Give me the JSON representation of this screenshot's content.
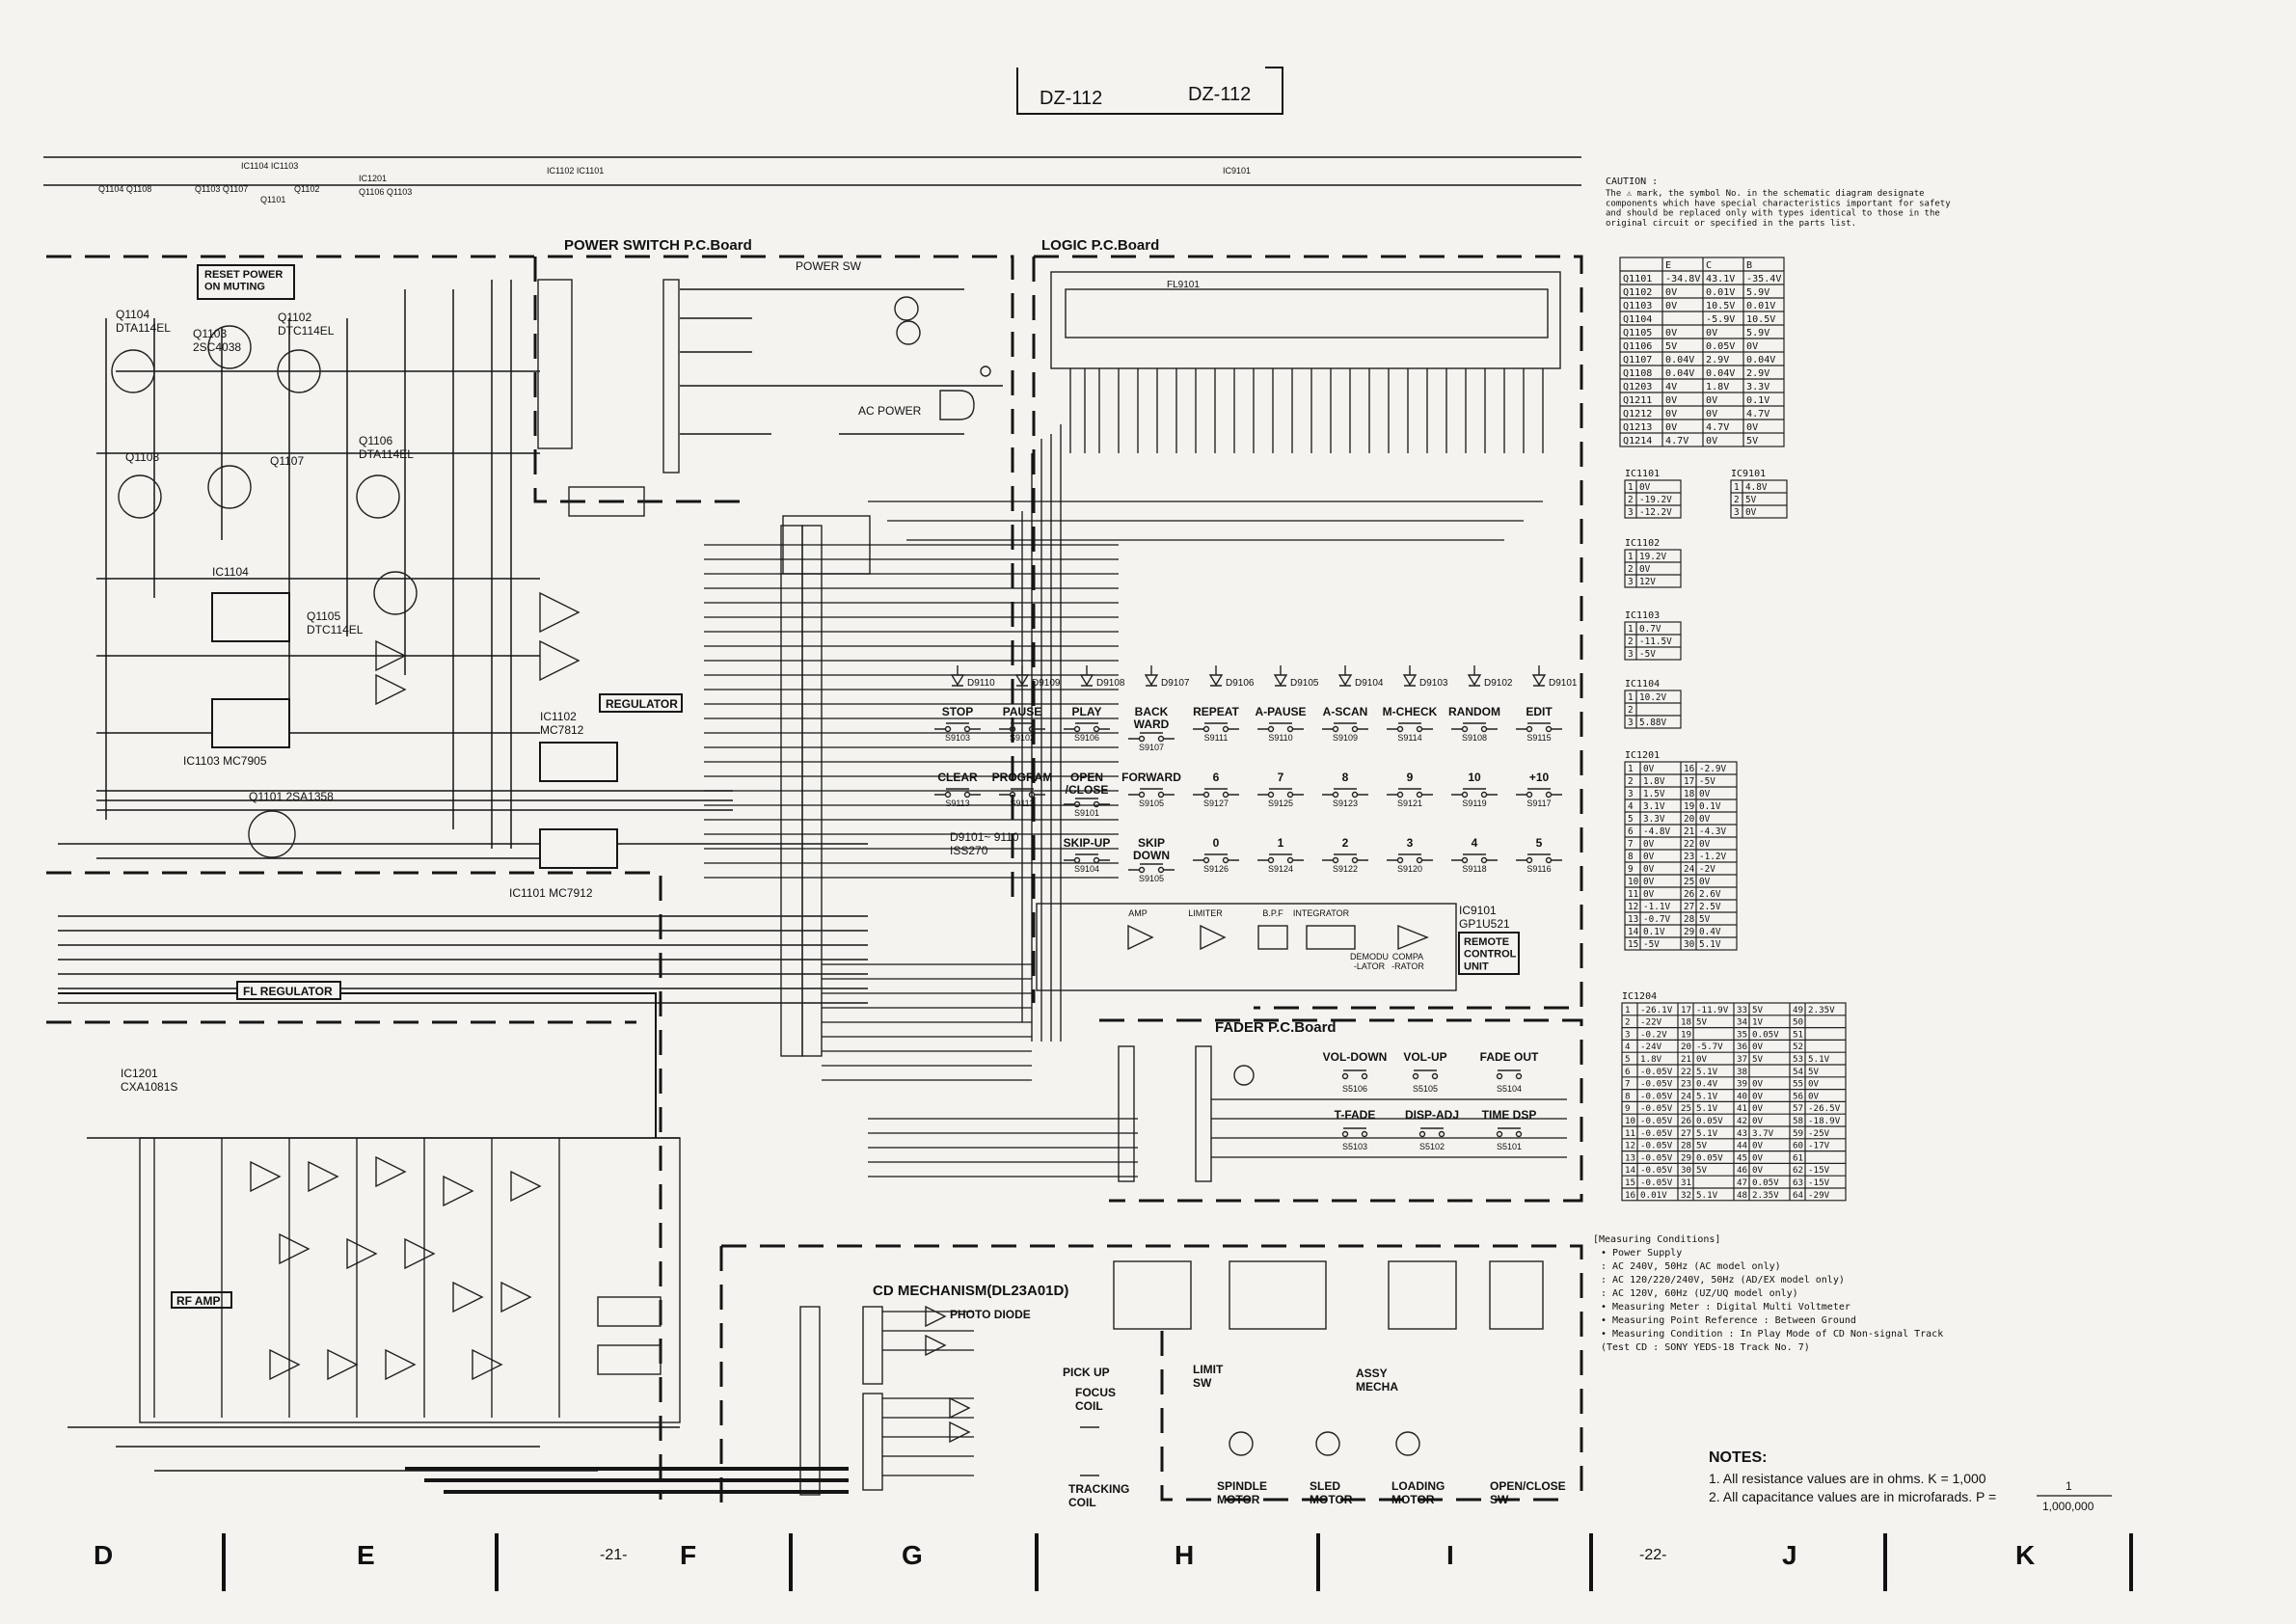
{
  "header": {
    "model_left": "DZ-112",
    "model_right": "DZ-112"
  },
  "top_strip": {
    "row1": [
      "IC1104 IC1103",
      "IC1201",
      "IC1102 IC1101",
      "IC9101"
    ],
    "row2": [
      "Q1104 Q1108",
      "Q1103 Q1107",
      "Q1101",
      "Q1102",
      "Q1106 Q1103"
    ]
  },
  "boards": {
    "power_switch": "POWER  SWITCH  P.C.Board",
    "logic": "LOGIC  P.C.Board",
    "fader": "FADER  P.C.Board",
    "cd_mechanism": "CD MECHANISM(DL23A01D)"
  },
  "labels": {
    "reset": "RESET POWER\nON MUTING",
    "regulator": "REGULATOR",
    "fl_regulator": "FL REGULATOR",
    "rf_amp": "RF AMP",
    "ic1201": "IC1201\nCXA1081S",
    "ic1103": "IC1103  MC7905",
    "ic1104": "IC1104",
    "ic1102": "IC1102\nMC7812",
    "ic1101": "IC1101  MC7912",
    "q1101": "Q1101  2SA1358",
    "q1104": "Q1104\nDTA114EL",
    "q1103": "Q1103\n2SC4038",
    "q1102": "Q1102\nDTC114EL",
    "q1108": "Q1108",
    "q1106": "Q1106\nDTA114EL",
    "q1105": "Q1105\nDTC114EL",
    "q1107": "Q1107",
    "power_sw": "POWER SW",
    "ac_power": "AC POWER",
    "fl9101": "FL9101",
    "d9101": "D9101~ 9110\nISS270",
    "ic9101": "IC9101\nGP1U521",
    "remote": "REMOTE\nCONTROL\nUNIT",
    "photo_diode": "PHOTO DIODE",
    "pick_up": "PICK UP",
    "focus_coil": "FOCUS\nCOIL",
    "tracking_coil": "TRACKING\nCOIL",
    "limit_sw": "LIMIT\nSW",
    "spindle": "SPINDLE\nMOTOR",
    "sled": "SLED\nMOTOR",
    "loading": "LOADING\nMOTOR",
    "open_close_sw": "OPEN/CLOSE\nSW",
    "assy_mecha": "ASSY\nMECHA"
  },
  "remote_blocks": [
    "AMP",
    "LIMITER",
    "B.P.F",
    "INTEGRATOR",
    "DEMODU\n-LATOR",
    "COMPA\n-RATOR"
  ],
  "keys": [
    [
      "STOP",
      "S9103"
    ],
    [
      "PAUSE",
      "S9102"
    ],
    [
      "PLAY",
      "S9106"
    ],
    [
      "BACK\nWARD",
      "S9107"
    ],
    [
      "REPEAT",
      "S9111"
    ],
    [
      "A-PAUSE",
      "S9110"
    ],
    [
      "A-SCAN",
      "S9109"
    ],
    [
      "M-CHECK",
      "S9114"
    ],
    [
      "RANDOM",
      "S9108"
    ],
    [
      "EDIT",
      "S9115"
    ],
    [
      "CLEAR",
      "S9113"
    ],
    [
      "PROGRAM",
      "S9112"
    ],
    [
      "OPEN\n/CLOSE",
      "S9101"
    ],
    [
      "FORWARD",
      "S9105"
    ],
    [
      "6",
      "S9127"
    ],
    [
      "7",
      "S9125"
    ],
    [
      "8",
      "S9123"
    ],
    [
      "9",
      "S9121"
    ],
    [
      "10",
      "S9119"
    ],
    [
      "+10",
      "S9117"
    ],
    [
      "SKIP-UP",
      "S9104"
    ],
    [
      "SKIP\nDOWN",
      "S9105"
    ],
    [
      "0",
      "S9126"
    ],
    [
      "1",
      "S9124"
    ],
    [
      "2",
      "S9122"
    ],
    [
      "3",
      "S9120"
    ],
    [
      "4",
      "S9118"
    ],
    [
      "5",
      "S9116"
    ]
  ],
  "diodes": [
    "D9110",
    "D9109",
    "D9108",
    "D9107",
    "D9106",
    "D9105",
    "D9104",
    "D9103",
    "D9102",
    "D9101"
  ],
  "fader_keys": [
    [
      "VOL-DOWN",
      "S5106"
    ],
    [
      "VOL-UP",
      "S5105"
    ],
    [
      "FADE OUT",
      "S5104"
    ],
    [
      "T-FADE",
      "S5103"
    ],
    [
      "DISP-ADJ",
      "S5102"
    ],
    [
      "TIME DSP",
      "S5101"
    ]
  ],
  "caution": {
    "title": "CAUTION :",
    "body": "The ⚠ mark, the symbol No. in the schematic diagram designate\ncomponents which have special characteristics important for safety\nand should be replaced only with types identical to those in the\noriginal circuit or specified in the parts list."
  },
  "transistor_table": {
    "headers": [
      "",
      "E",
      "C",
      "B"
    ],
    "rows": [
      [
        "Q1101",
        "-34.8V",
        "43.1V",
        "-35.4V"
      ],
      [
        "Q1102",
        "0V",
        "0.01V",
        "5.9V"
      ],
      [
        "Q1103",
        "0V",
        "10.5V",
        "0.01V"
      ],
      [
        "Q1104",
        "",
        "-5.9V",
        "10.5V"
      ],
      [
        "Q1105",
        "0V",
        "0V",
        "5.9V"
      ],
      [
        "Q1106",
        "5V",
        "0.05V",
        "0V"
      ],
      [
        "Q1107",
        "0.04V",
        "2.9V",
        "0.04V"
      ],
      [
        "Q1108",
        "0.04V",
        "0.04V",
        "2.9V"
      ],
      [
        "Q1203",
        "4V",
        "1.8V",
        "3.3V"
      ],
      [
        "Q1211",
        "0V",
        "0V",
        "0.1V"
      ],
      [
        "Q1212",
        "0V",
        "0V",
        "4.7V"
      ],
      [
        "Q1213",
        "0V",
        "4.7V",
        "0V"
      ],
      [
        "Q1214",
        "4.7V",
        "0V",
        "5V"
      ]
    ]
  },
  "ic_tables": [
    {
      "name": "IC1101",
      "rows": [
        [
          "1",
          "0V"
        ],
        [
          "2",
          "-19.2V"
        ],
        [
          "3",
          "-12.2V"
        ]
      ]
    },
    {
      "name": "IC9101",
      "rows": [
        [
          "1",
          "4.8V"
        ],
        [
          "2",
          "5V"
        ],
        [
          "3",
          "0V"
        ]
      ]
    },
    {
      "name": "IC1102",
      "rows": [
        [
          "1",
          "19.2V"
        ],
        [
          "2",
          "0V"
        ],
        [
          "3",
          "12V"
        ]
      ]
    },
    {
      "name": "IC1103",
      "rows": [
        [
          "1",
          "0.7V"
        ],
        [
          "2",
          "-11.5V"
        ],
        [
          "3",
          "-5V"
        ]
      ]
    },
    {
      "name": "IC1104",
      "rows": [
        [
          "1",
          "10.2V"
        ],
        [
          "2",
          ""
        ],
        [
          "3",
          "5.88V"
        ]
      ]
    }
  ],
  "ic1201_table": {
    "name": "IC1201",
    "rows": [
      [
        "1",
        "0V",
        "16",
        "-2.9V"
      ],
      [
        "2",
        "1.8V",
        "17",
        "-5V"
      ],
      [
        "3",
        "1.5V",
        "18",
        "0V"
      ],
      [
        "4",
        "3.1V",
        "19",
        "0.1V"
      ],
      [
        "5",
        "3.3V",
        "20",
        "0V"
      ],
      [
        "6",
        "-4.8V",
        "21",
        "-4.3V"
      ],
      [
        "7",
        "0V",
        "22",
        "0V"
      ],
      [
        "8",
        "0V",
        "23",
        "-1.2V"
      ],
      [
        "9",
        "0V",
        "24",
        "-2V"
      ],
      [
        "10",
        "0V",
        "25",
        "0V"
      ],
      [
        "11",
        "0V",
        "26",
        "2.6V"
      ],
      [
        "12",
        "-1.1V",
        "27",
        "2.5V"
      ],
      [
        "13",
        "-0.7V",
        "28",
        "5V"
      ],
      [
        "14",
        "0.1V",
        "29",
        "0.4V"
      ],
      [
        "15",
        "-5V",
        "30",
        "5.1V"
      ]
    ]
  },
  "ic1204_table": {
    "name": "IC1204",
    "rows": [
      [
        "1",
        "-26.1V",
        "17",
        "-11.9V",
        "33",
        "5V",
        "49",
        "2.35V"
      ],
      [
        "2",
        "-22V",
        "18",
        "5V",
        "34",
        "1V",
        "50",
        ""
      ],
      [
        "3",
        "-0.2V",
        "19",
        "",
        "35",
        "0.05V",
        "51",
        ""
      ],
      [
        "4",
        "-24V",
        "20",
        "-5.7V",
        "36",
        "0V",
        "52",
        ""
      ],
      [
        "5",
        "1.8V",
        "21",
        "0V",
        "37",
        "5V",
        "53",
        "5.1V"
      ],
      [
        "6",
        "-0.05V",
        "22",
        "5.1V",
        "38",
        "",
        "54",
        "5V"
      ],
      [
        "7",
        "-0.05V",
        "23",
        "0.4V",
        "39",
        "0V",
        "55",
        "0V"
      ],
      [
        "8",
        "-0.05V",
        "24",
        "5.1V",
        "40",
        "0V",
        "56",
        "0V"
      ],
      [
        "9",
        "-0.05V",
        "25",
        "5.1V",
        "41",
        "0V",
        "57",
        "-26.5V"
      ],
      [
        "10",
        "-0.05V",
        "26",
        "0.05V",
        "42",
        "0V",
        "58",
        "-18.9V"
      ],
      [
        "11",
        "-0.05V",
        "27",
        "5.1V",
        "43",
        "3.7V",
        "59",
        "-25V"
      ],
      [
        "12",
        "-0.05V",
        "28",
        "5V",
        "44",
        "0V",
        "60",
        "-17V"
      ],
      [
        "13",
        "-0.05V",
        "29",
        "0.05V",
        "45",
        "0V",
        "61",
        ""
      ],
      [
        "14",
        "-0.05V",
        "30",
        "5V",
        "46",
        "0V",
        "62",
        "-15V"
      ],
      [
        "15",
        "-0.05V",
        "31",
        "",
        "47",
        "0.05V",
        "63",
        "-15V"
      ],
      [
        "16",
        "0.01V",
        "32",
        "5.1V",
        "48",
        "2.35V",
        "64",
        "-29V"
      ]
    ]
  },
  "measuring": {
    "lines": [
      "[Measuring Conditions]",
      "• Power Supply",
      "    : AC 240V, 50Hz (AC model only)",
      "    : AC 120/220/240V, 50Hz (AD/EX model only)",
      "    : AC 120V, 60Hz (UZ/UQ model only)",
      "• Measuring Meter : Digital Multi Voltmeter",
      "• Measuring Point Reference : Between Ground",
      "• Measuring Condition : In Play Mode of CD Non-signal Track",
      "                    (Test CD : SONY YEDS-18 Track No. 7)"
    ]
  },
  "notes": {
    "title": "NOTES:",
    "n1": "1.  All resistance values are in ohms.  K = 1,000",
    "n2": "2.  All capacitance values are in microfarads.  P =",
    "frac_num": "1",
    "frac_den": "1,000,000"
  },
  "footer": {
    "letters": [
      "D",
      "E",
      "F",
      "G",
      "H",
      "I",
      "J",
      "K"
    ],
    "page_21": "-21-",
    "page_22": "-22-"
  }
}
